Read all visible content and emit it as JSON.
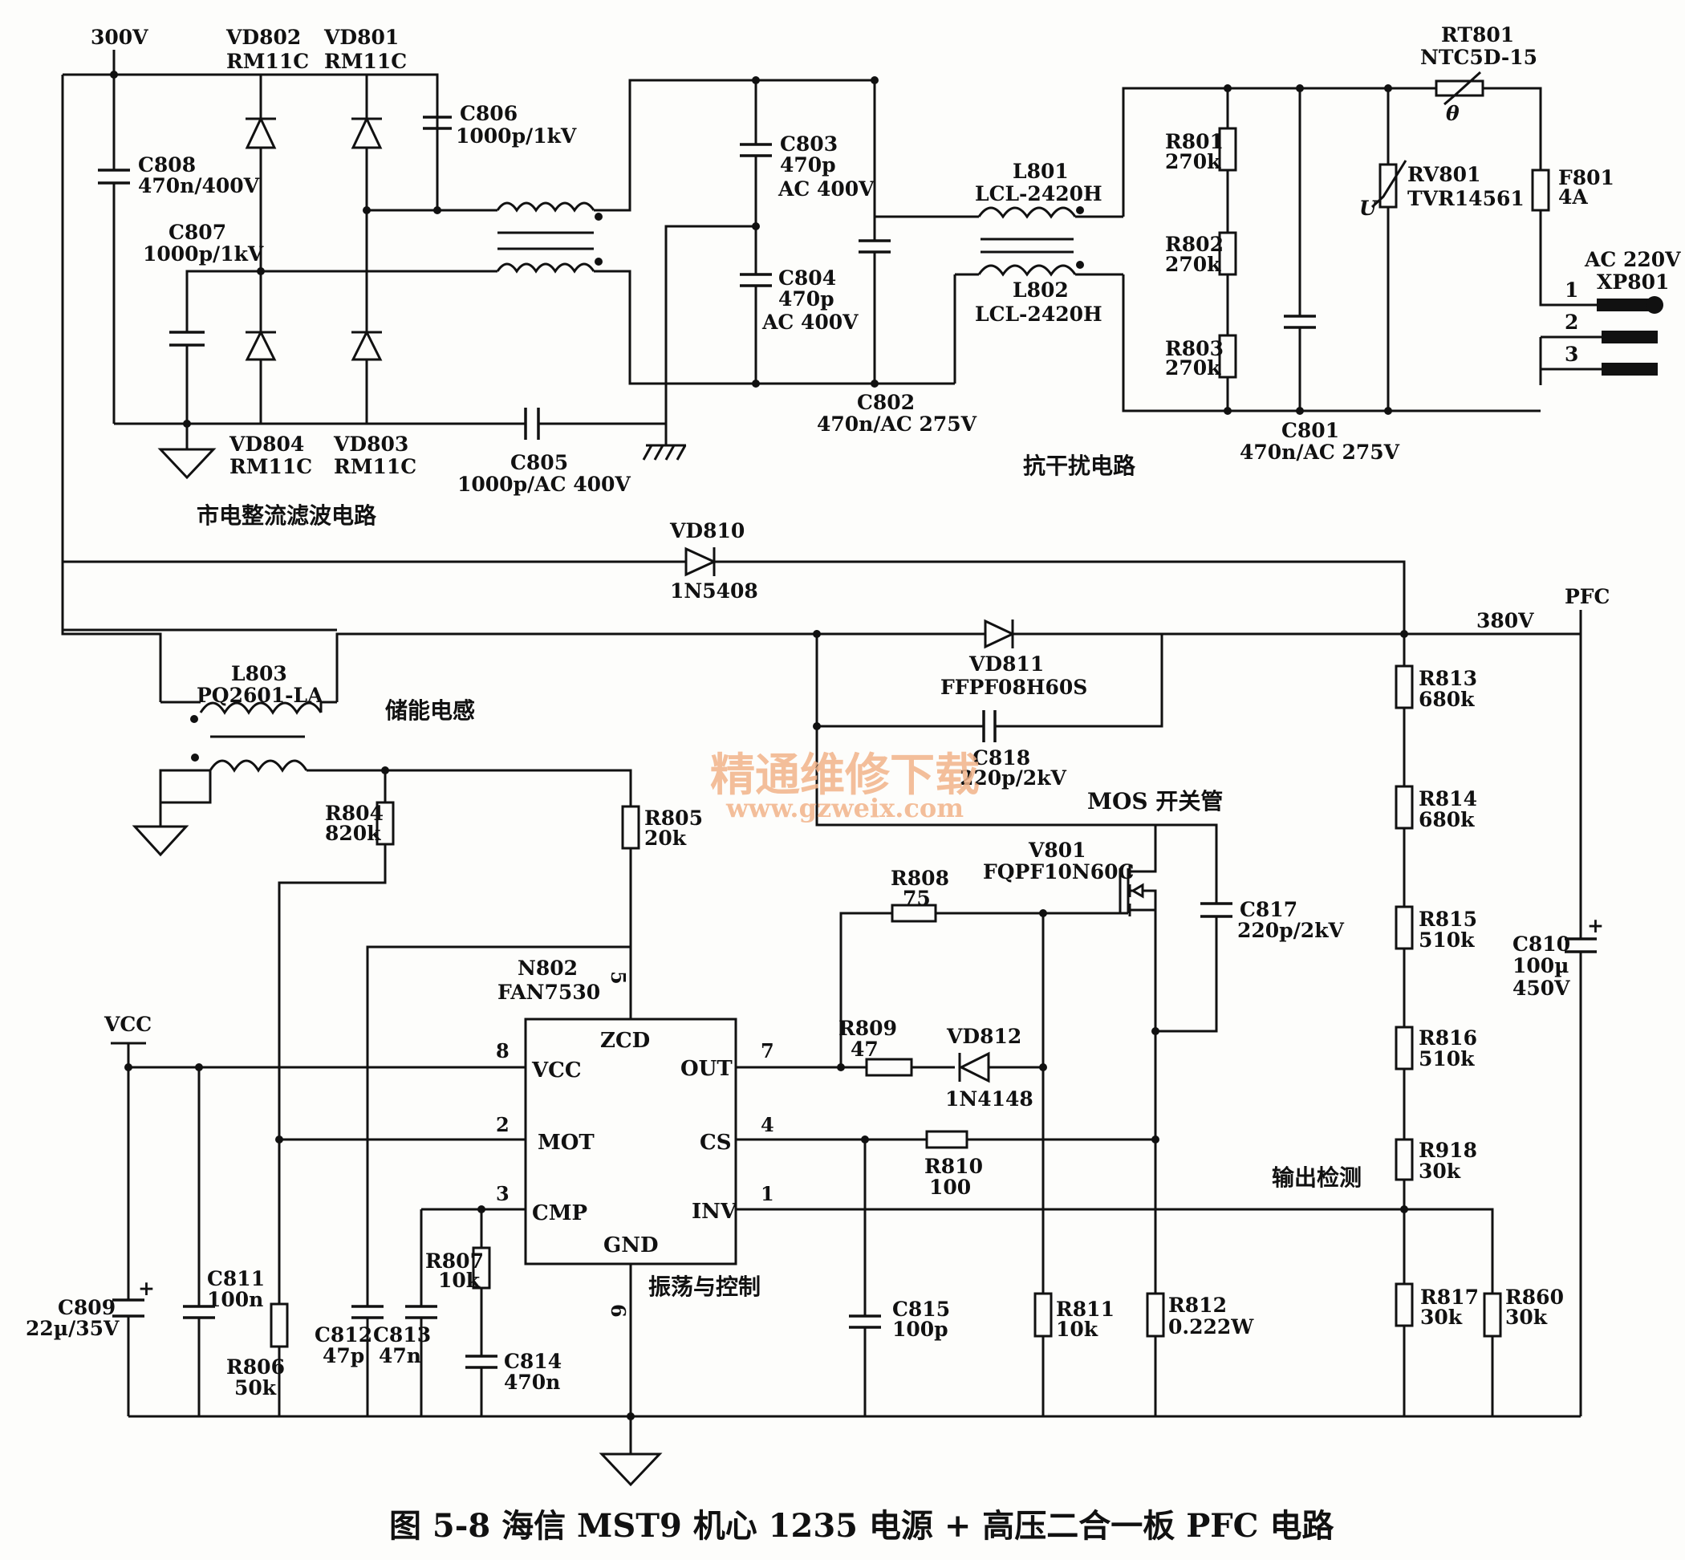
{
  "caption": "图 5-8    海信 MST9 机心 1235 电源 + 高压二合一板 PFC 电路",
  "watermark": {
    "cn": "精通维修下载",
    "url": "www.gzweix.com"
  },
  "section_labels": {
    "rectifier": "市电整流滤波电路",
    "emi": "抗干扰电路",
    "inductor": "储能电感",
    "osc": "振荡与控制",
    "mos": "MOS 开关管",
    "detect": "输出检测"
  },
  "nets": {
    "v300": "300V",
    "v380": "380V",
    "pfc": "PFC",
    "vcc": "VCC",
    "ac": "AC 220V"
  },
  "components": {
    "VD802": {
      "ref": "VD802",
      "val": "RM11C"
    },
    "VD801": {
      "ref": "VD801",
      "val": "RM11C"
    },
    "VD804": {
      "ref": "VD804",
      "val": "RM11C"
    },
    "VD803": {
      "ref": "VD803",
      "val": "RM11C"
    },
    "C806": {
      "ref": "C806",
      "val": "1000p/1kV"
    },
    "C808": {
      "ref": "C808",
      "val": "470n/400V"
    },
    "C807": {
      "ref": "C807",
      "val": "1000p/1kV"
    },
    "C805": {
      "ref": "C805",
      "val": "1000p/AC 400V"
    },
    "C803": {
      "ref": "C803",
      "val": "470p",
      "val2": "AC 400V"
    },
    "C804": {
      "ref": "C804",
      "val": "470p",
      "val2": "AC 400V"
    },
    "C802": {
      "ref": "C802",
      "val": "470n/AC 275V"
    },
    "L801": {
      "ref": "L801",
      "val": "LCL-2420H"
    },
    "L802": {
      "ref": "L802",
      "val": "LCL-2420H"
    },
    "R801": {
      "ref": "R801",
      "val": "270k"
    },
    "R802": {
      "ref": "R802",
      "val": "270k"
    },
    "R803": {
      "ref": "R803",
      "val": "270k"
    },
    "C801": {
      "ref": "C801",
      "val": "470n/AC 275V"
    },
    "RT801": {
      "ref": "RT801",
      "val": "NTC5D-15"
    },
    "RV801": {
      "ref": "RV801",
      "val": "TVR14561"
    },
    "F801": {
      "ref": "F801",
      "val": "4A"
    },
    "XP801": {
      "ref": "XP801",
      "pins": [
        "1",
        "2",
        "3"
      ]
    },
    "VD810": {
      "ref": "VD810",
      "val": "1N5408"
    },
    "L803": {
      "ref": "L803",
      "val": "PQ2601-LA"
    },
    "VD811": {
      "ref": "VD811",
      "val": "FFPF08H60S"
    },
    "C818": {
      "ref": "C818",
      "val": "220p/2kV"
    },
    "R804": {
      "ref": "R804",
      "val": "820k"
    },
    "R805": {
      "ref": "R805",
      "val": "20k"
    },
    "V801": {
      "ref": "V801",
      "val": "FQPF10N60C"
    },
    "R808": {
      "ref": "R808",
      "val": "75"
    },
    "C817": {
      "ref": "C817",
      "val": "220p/2kV"
    },
    "N802": {
      "ref": "N802",
      "val": "FAN7530"
    },
    "R809": {
      "ref": "R809",
      "val": "47"
    },
    "VD812": {
      "ref": "VD812",
      "val": "1N4148"
    },
    "R810": {
      "ref": "R810",
      "val": "100"
    },
    "R813": {
      "ref": "R813",
      "val": "680k"
    },
    "R814": {
      "ref": "R814",
      "val": "680k"
    },
    "R815": {
      "ref": "R815",
      "val": "510k"
    },
    "R816": {
      "ref": "R816",
      "val": "510k"
    },
    "R918": {
      "ref": "R918",
      "val": "30k"
    },
    "R817": {
      "ref": "R817",
      "val": "30k"
    },
    "R860": {
      "ref": "R860",
      "val": "30k"
    },
    "C810": {
      "ref": "C810",
      "val": "100µ",
      "val2": "450V"
    },
    "C809": {
      "ref": "C809",
      "val": "22µ/35V"
    },
    "C811": {
      "ref": "C811",
      "val": "100n"
    },
    "R806": {
      "ref": "R806",
      "val": "50k"
    },
    "C812": {
      "ref": "C812",
      "val": "47p"
    },
    "C813": {
      "ref": "C813",
      "val": "47n"
    },
    "R807": {
      "ref": "R807",
      "val": "10k"
    },
    "C814": {
      "ref": "C814",
      "val": "470n"
    },
    "C815": {
      "ref": "C815",
      "val": "100p"
    },
    "R811": {
      "ref": "R811",
      "val": "10k"
    },
    "R812": {
      "ref": "R812",
      "val": "0.222W"
    }
  },
  "ic": {
    "pins": {
      "zcd": "ZCD",
      "vcc": "VCC",
      "mot": "MOT",
      "cmp": "CMP",
      "gnd": "GND",
      "out": "OUT",
      "cs": "CS",
      "inv": "INV"
    },
    "pin_numbers": {
      "zcd": "5",
      "vcc": "8",
      "mot": "2",
      "cmp": "3",
      "gnd": "6",
      "out": "7",
      "cs": "4",
      "inv": "1"
    }
  },
  "symbols": {
    "theta": "θ",
    "u": "U",
    "plus": "+"
  }
}
